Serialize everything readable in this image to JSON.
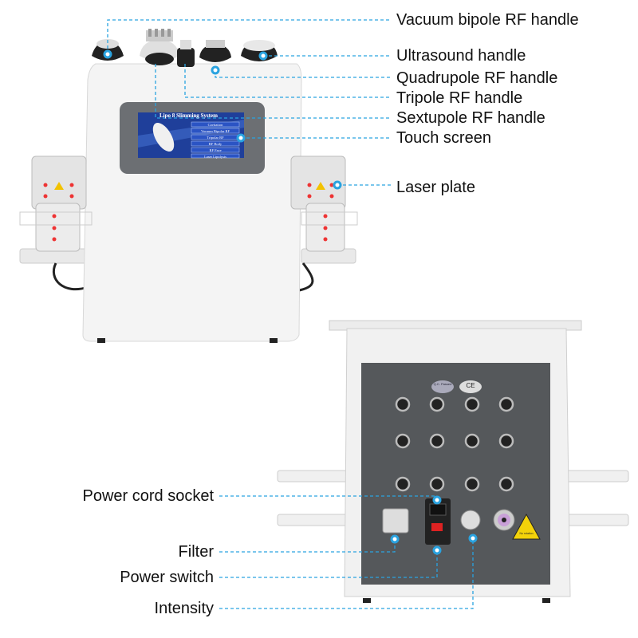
{
  "front_labels": [
    "Vacuum bipole RF handle",
    "Ultrasound handle",
    "Quadrupole RF handle",
    "Tripole RF handle",
    "Sextupole RF handle",
    "Touch screen",
    "Laser plate"
  ],
  "back_labels": [
    "Power cord socket",
    "Filter",
    "Power switch",
    "Intensity"
  ],
  "screen": {
    "title": "Lipo 8 Slimming System",
    "menu": [
      "Cavitation",
      "Vacuum Bipolar RF",
      "Tripolar RF",
      "RF Body",
      "RF Face",
      "Laser Lipolysis"
    ]
  },
  "badges": {
    "qc": "Q.C. Passed",
    "ce": "CE",
    "warning": "No rotation"
  },
  "colors": {
    "callout": "#2aa3e0",
    "panel": "#55585b",
    "body": "#f3f3f3"
  }
}
